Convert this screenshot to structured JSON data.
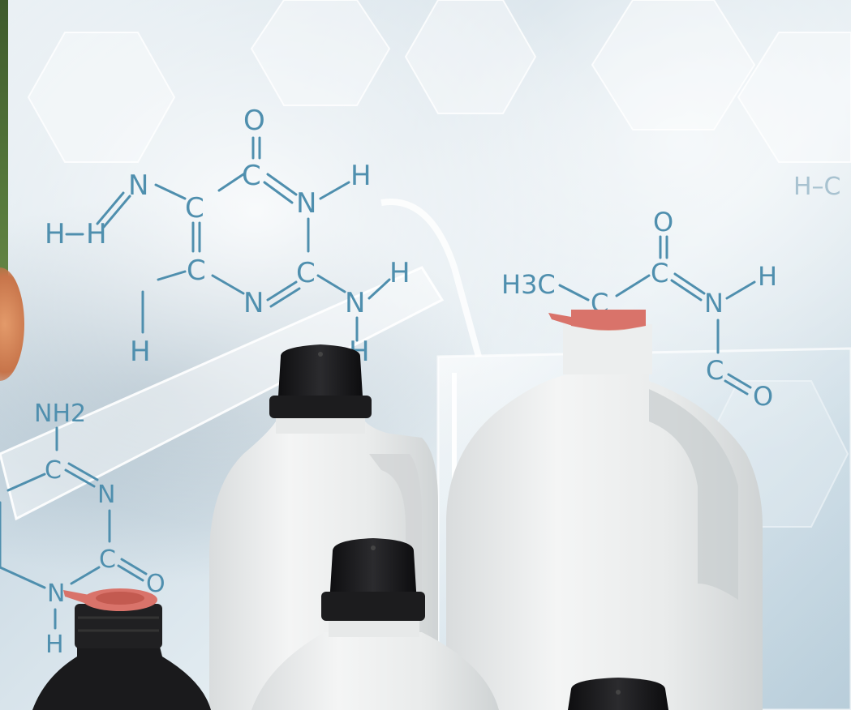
{
  "molecule_left": {
    "atoms": [
      "O",
      "C",
      "N",
      "H",
      "N",
      "C",
      "H",
      "H",
      "C",
      "N",
      "C",
      "N",
      "H",
      "H",
      "H"
    ]
  },
  "molecule_right": {
    "atoms": [
      "O",
      "C",
      "N",
      "H",
      "H3C",
      "C",
      "C",
      "O"
    ]
  },
  "molecule_bottom": {
    "atoms": [
      "NH2",
      "C",
      "N",
      "C",
      "O",
      "N",
      "H"
    ]
  },
  "molecule_fragment": {
    "text": "H–C"
  },
  "colors": {
    "formula": "#4f8fae",
    "bottle_white": "#eceeee",
    "cap_black": "#1c1c1e",
    "cap_red": "#d9736a"
  }
}
